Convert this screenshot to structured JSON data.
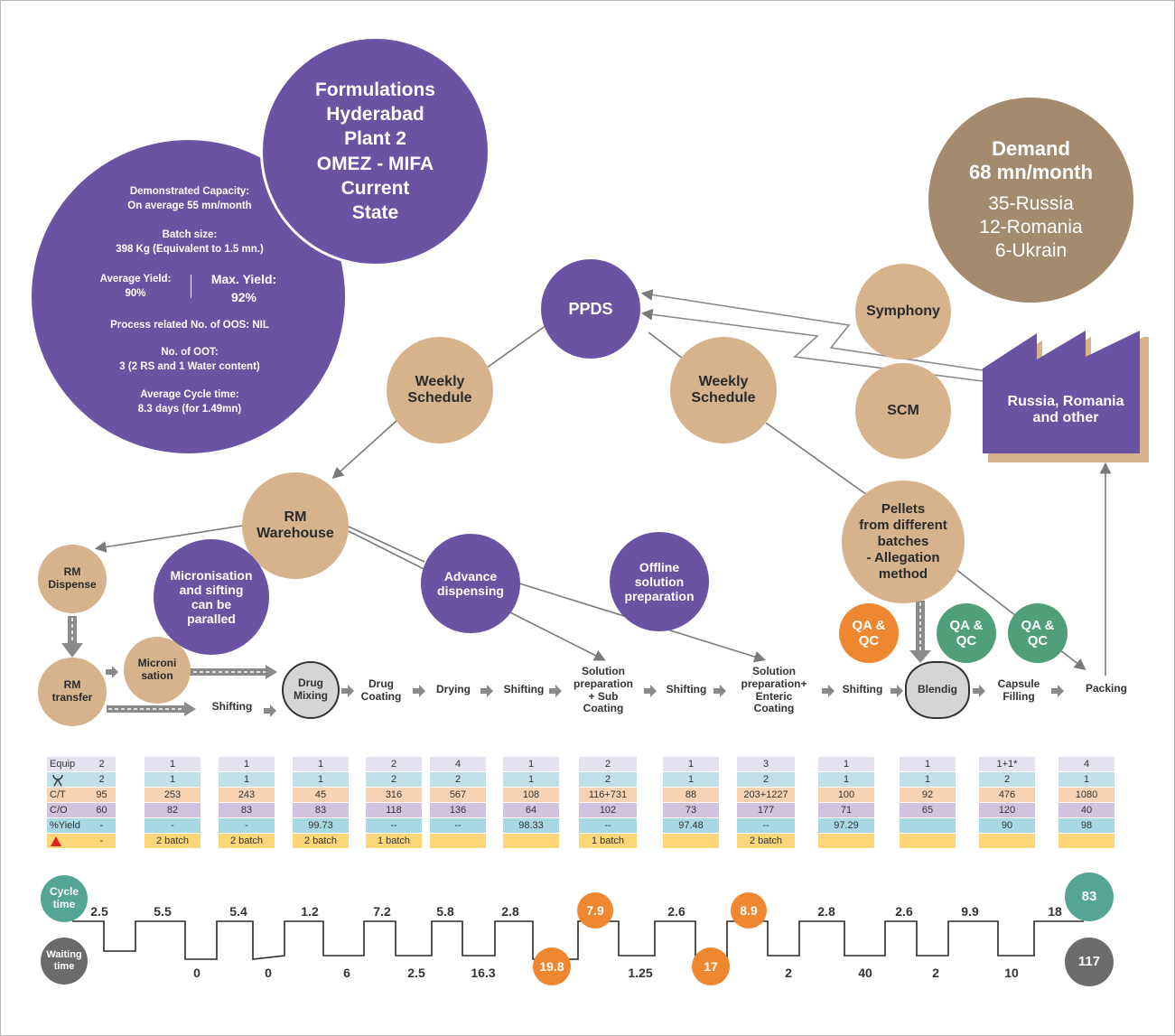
{
  "title_circle": {
    "lines": [
      "Formulations",
      "Hyderabad",
      "Plant 2",
      "OMEZ - MIFA",
      "Current",
      "State"
    ]
  },
  "stats": {
    "demonstrated_capacity": "Demonstrated Capacity:\nOn average 55 mn/month",
    "batch_size": "Batch size:\n398 Kg (Equivalent to 1.5 mn.)",
    "avg_yield": "Average Yield:\n90%",
    "max_yield": "Max. Yield:\n92%",
    "oos": "Process related No. of OOS: NIL",
    "oot": "No. of OOT:\n3 (2 RS and 1 Water content)",
    "cycle_time": "Average Cycle time:\n8.3 days (for 1.49mn)"
  },
  "demand": {
    "title": "Demand\n68 mn/month",
    "details": "35-Russia\n12-Romania\n6-Ukrain"
  },
  "nodes": {
    "ppds": "PPDS",
    "weekly_schedule_left": "Weekly\nSchedule",
    "weekly_schedule_right": "Weekly\nSchedule",
    "symphony": "Symphony",
    "scm": "SCM",
    "factory": "Russia, Romania\nand other",
    "rm_warehouse": "RM\nWarehouse",
    "rm_dispense": "RM\nDispense",
    "rm_transfer": "RM\ntransfer",
    "micronisation_note": "Micronisation\nand sifting\ncan be\nparalled",
    "micronisation": "Microni\nsation",
    "advance_dispensing": "Advance\ndispensing",
    "offline_solution": "Offline\nsolution\npreparation",
    "pellets": "Pellets\nfrom different\nbatches\n- Allegation\nmethod",
    "qa_qc_1": "QA &\nQC",
    "qa_qc_2": "QA &\nQC",
    "qa_qc_3": "QA &\nQC",
    "drug_mixing": "Drug\nMixing",
    "blendig": "Blendig"
  },
  "process_steps": [
    {
      "id": "shifting-1",
      "label": "Shifting"
    },
    {
      "id": "drug-coating",
      "label": "Drug\nCoating"
    },
    {
      "id": "drying",
      "label": "Drying"
    },
    {
      "id": "shifting-2",
      "label": "Shifting"
    },
    {
      "id": "solution-sub",
      "label": "Solution\npreparation\n+ Sub\nCoating"
    },
    {
      "id": "shifting-3",
      "label": "Shifting"
    },
    {
      "id": "solution-enteric",
      "label": "Solution\npreparation+\nEnteric\nCoating"
    },
    {
      "id": "shifting-4",
      "label": "Shifting"
    },
    {
      "id": "capsule-filling",
      "label": "Capsule\nFilling"
    },
    {
      "id": "packing",
      "label": "Packing"
    }
  ],
  "metrics": {
    "row_labels": [
      "Equip",
      "",
      "C/T",
      "C/O",
      "%Yield",
      ""
    ],
    "operator_icon": "operator-icon",
    "inventory_icon": "inventory-triangle-icon",
    "row_colors": [
      "#e6e1ee",
      "#bfe0e6",
      "#f7d3b3",
      "#d1c3de",
      "#a8d8e3",
      "#fbd77a"
    ],
    "columns": [
      [
        "2",
        "2",
        "95",
        "60",
        "-",
        "-"
      ],
      [
        "1",
        "1",
        "253",
        "82",
        "-",
        "2 batch"
      ],
      [
        "1",
        "1",
        "243",
        "83",
        "-",
        "2 batch"
      ],
      [
        "1",
        "1",
        "45",
        "83",
        "99.73",
        "2 batch"
      ],
      [
        "2",
        "2",
        "316",
        "118",
        "--",
        "1 batch"
      ],
      [
        "4",
        "2",
        "567",
        "136",
        "--",
        ""
      ],
      [
        "1",
        "1",
        "108",
        "64",
        "98.33",
        ""
      ],
      [
        "2",
        "2",
        "116+731",
        "102",
        "--",
        "1 batch"
      ],
      [
        "1",
        "1",
        "88",
        "73",
        "97.48",
        ""
      ],
      [
        "3",
        "2",
        "203+1227",
        "177",
        "--",
        "2 batch"
      ],
      [
        "1",
        "1",
        "100",
        "71",
        "97.29",
        ""
      ],
      [
        "1",
        "1",
        "92",
        "65",
        "",
        ""
      ],
      [
        "1+1*",
        "2",
        "476",
        "120",
        "90",
        ""
      ],
      [
        "4",
        "1",
        "1080",
        "40",
        "98",
        ""
      ]
    ]
  },
  "timeline": {
    "cycle_label": "Cycle\ntime",
    "waiting_label": "Waiting\ntime",
    "cycle_values": [
      "2.5",
      "5.5",
      "5.4",
      "1.2",
      "7.2",
      "5.8",
      "2.8",
      "7.9",
      "2.6",
      "8.9",
      "2.8",
      "2.6",
      "9.9",
      "18"
    ],
    "waiting_values": [
      "0",
      "0",
      "6",
      "2.5",
      "16.3",
      "19.8",
      "1.25",
      "17",
      "2",
      "40",
      "2",
      "10"
    ],
    "total_cycle": "83",
    "total_waiting": "117",
    "highlight_cycle": [
      "7.9",
      "8.9"
    ],
    "highlight_waiting": [
      "19.8",
      "17"
    ]
  },
  "colors": {
    "purple": "#6b53a3",
    "tan": "#d6b38c",
    "demand": "#a48b6d",
    "orange": "#ef8630",
    "green": "#4fa078",
    "teal": "#55a594",
    "grey": "#6b6b6b"
  }
}
